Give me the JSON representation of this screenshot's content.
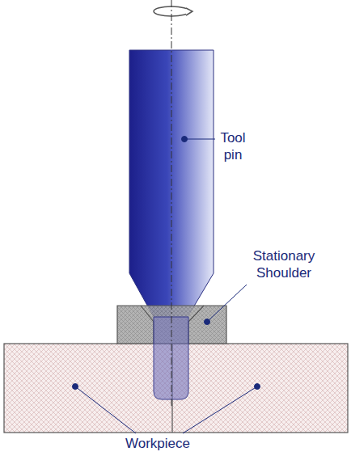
{
  "diagram": {
    "labels": [
      "Tool pin",
      "Stationary Shoulder",
      "Workpiece"
    ]
  }
}
